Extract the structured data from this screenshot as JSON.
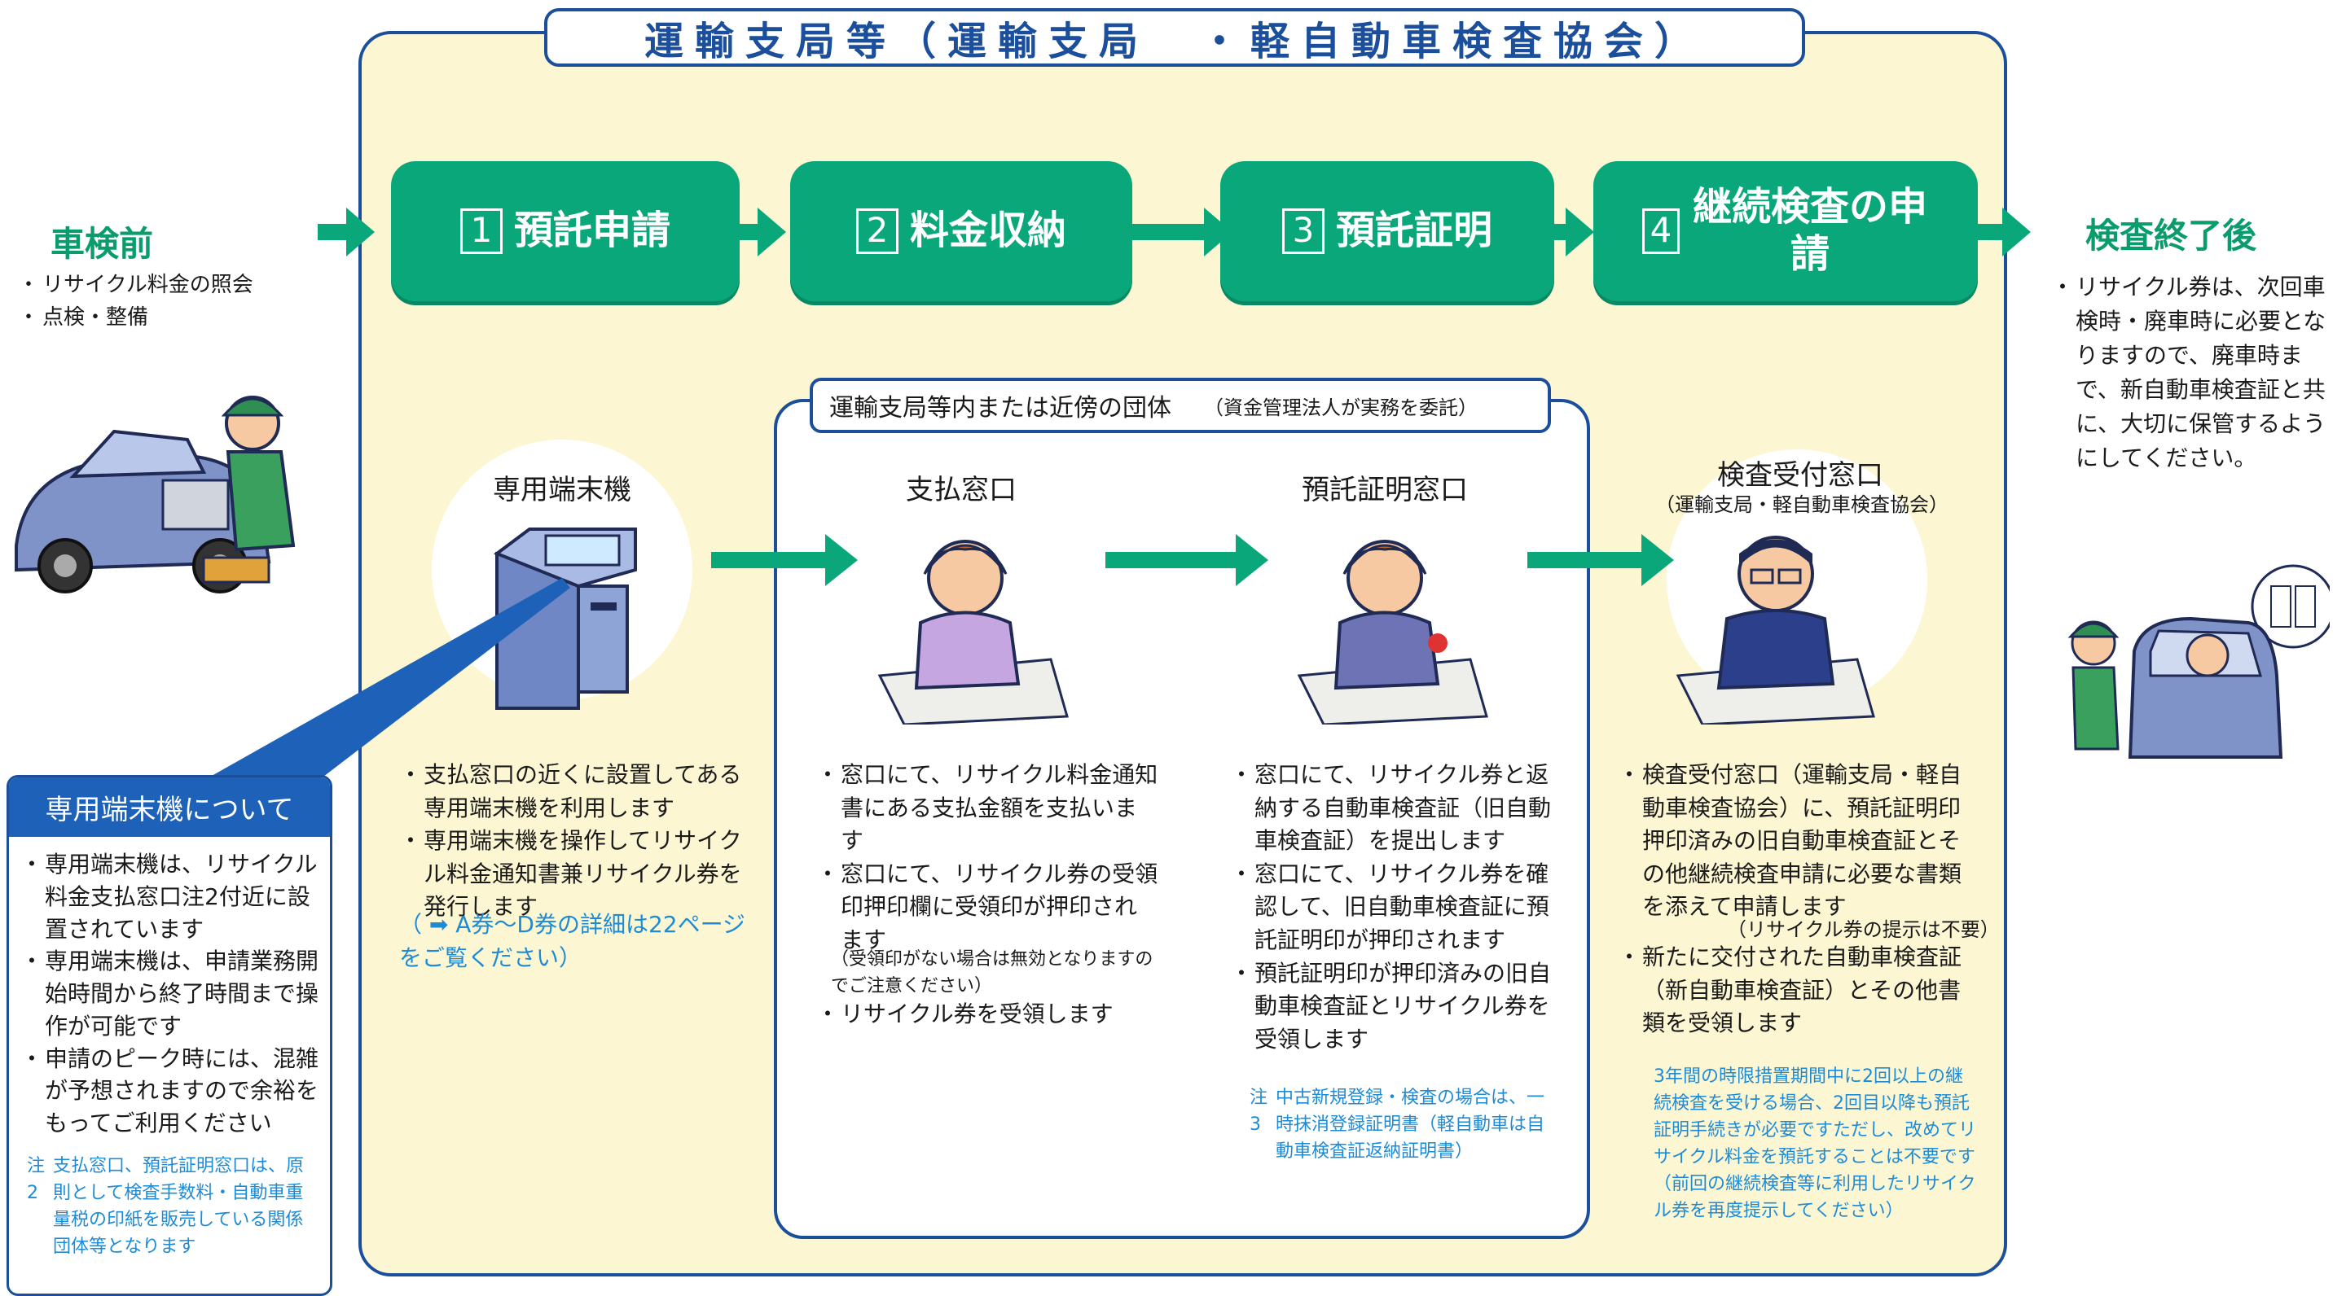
{
  "title": "運輸支局等（運輸支局　・軽自動車検査協会）",
  "before": {
    "heading": "車検前",
    "items": [
      "リサイクル料金の照会",
      "点検・整備"
    ]
  },
  "after": {
    "heading": "検査終了後",
    "text": "リサイクル券は、次回車検時・廃車時に必要となりますので、廃車時まで、新自動車検査証と共に、大切に保管するようにしてください。"
  },
  "steps": [
    {
      "num": "1",
      "label": "預託申請"
    },
    {
      "num": "2",
      "label": "料金収納"
    },
    {
      "num": "3",
      "label": "預託証明"
    },
    {
      "num": "4",
      "label": "継続検査の申請"
    }
  ],
  "group": {
    "title": "運輸支局等内または近傍の団体",
    "note": "（資金管理法人が実務を委託）"
  },
  "stations": {
    "terminal": {
      "label": "専用端末機",
      "items": [
        "支払窓口の近くに設置してある専用端末機を利用します",
        "専用端末機を操作してリサイクル料金通知書兼リサイクル券を発行します"
      ],
      "ref": "（ ➡ A券～D券の詳細は22ページをご覧ください）"
    },
    "payment": {
      "label": "支払窓口",
      "items": [
        "窓口にて、リサイクル料金通知書にある支払金額を支払います",
        "窓口にて、リサイクル券の受領印押印欄に受領印が押印されます"
      ],
      "paren": "（受領印がない場合は無効となりますのでご注意ください）",
      "items2": [
        "リサイクル券を受領します"
      ]
    },
    "certificate": {
      "label": "預託証明窓口",
      "items": [
        "窓口にて、リサイクル券と返納する自動車検査証（旧自動車検査証）を提出します",
        "窓口にて、リサイクル券を確認して、旧自動車検査証に預託証明印が押印されます",
        "預託証明印が押印済みの旧自動車検査証とリサイクル券を受領します"
      ],
      "note_label": "注3",
      "note": "中古新規登録・検査の場合は、一時抹消登録証明書（軽自動車は自動車検査証返納証明書）"
    },
    "inspection": {
      "label": "検査受付窓口",
      "sublabel": "（運輸支局・軽自動車検査協会）",
      "items": [
        "検査受付窓口（運輸支局・軽自動車検査協会）に、預託証明印押印済みの旧自動車検査証とその他継続検査申請に必要な書類を添えて申請します"
      ],
      "paren": "（リサイクル券の提示は不要）",
      "items2": [
        "新たに交付された自動車検査証（新自動車検査証）とその他書類を受領します"
      ],
      "note": "3年間の時限措置期間中に2回以上の継続検査を受ける場合、2回目以降も預託証明手続きが必要ですただし、改めてリサイクル料金を預託することは不要です（前回の継続検査等に利用したリサイクル券を再度提示してください）"
    }
  },
  "terminal_info": {
    "heading": "専用端末機について",
    "items": [
      "専用端末機は、リサイクル料金支払窓口注2付近に設置されています",
      "専用端末機は、申請業務開始時間から終了時間まで操作が可能です",
      "申請のピーク時には、混雑が予想されますので余裕をもってご利用ください"
    ],
    "note_label": "注2",
    "note": "支払窓口、預託証明窓口は、原則として検査手数料・自動車重量税の印紙を販売している関係団体等となります"
  },
  "colors": {
    "green": "#0aa77a",
    "navy": "#1b4f9c",
    "panel": "#fdf6d3",
    "note_blue": "#1d8bd6"
  },
  "icons": [
    "mechanic-car-illustration",
    "ticket-terminal-illustration",
    "clerk-woman-illustration",
    "stamp-woman-illustration",
    "inspector-man-illustration",
    "driver-car-illustration"
  ]
}
